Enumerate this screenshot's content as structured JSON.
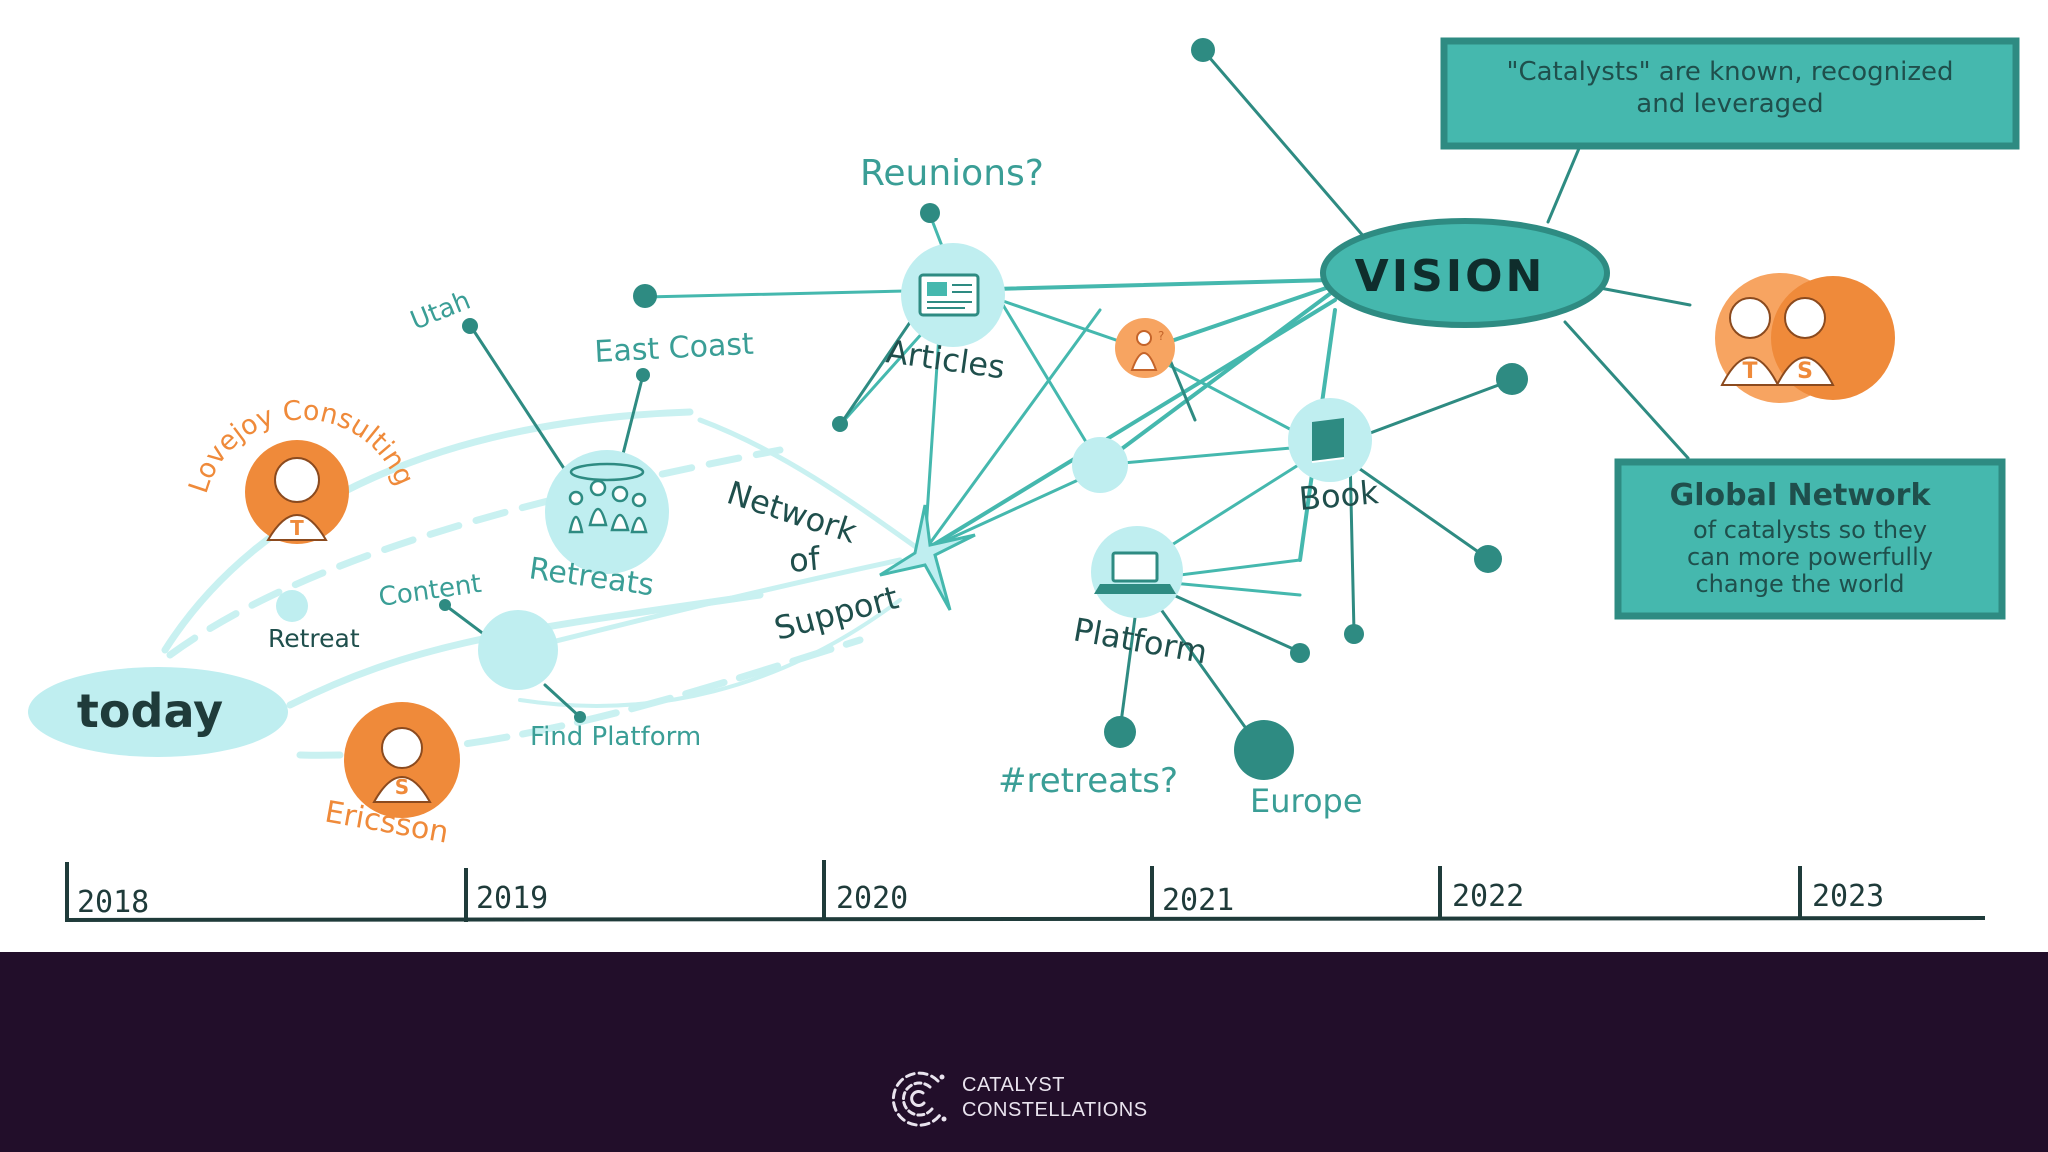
{
  "diagram": {
    "nodes": {
      "today": "today",
      "lovejoy": "Lovejoy Consulting",
      "ericsson": "Ericsson",
      "retreat": "Retreat",
      "content": "Content",
      "find_platform": "Find Platform",
      "utah": "Utah",
      "east_coast": "East Coast",
      "retreats": "Retreats",
      "network_of_support": [
        "Network",
        "of",
        "Support"
      ],
      "reunions": "Reunions?",
      "articles": "Articles",
      "platform": "Platform",
      "book": "Book",
      "retreats_hashtag": "#retreats?",
      "europe": "Europe",
      "vision": "VISION"
    },
    "callouts": {
      "catalysts": [
        "\"Catalysts\" are known, recognized",
        "and leveraged"
      ],
      "global_title": "Global Network",
      "global_body": [
        "of catalysts so they",
        "can more powerfully",
        "change the world"
      ]
    },
    "badges": {
      "lovejoy_letter": "T",
      "ericsson_letter": "S",
      "team_letters": [
        "T",
        "S"
      ]
    },
    "timeline": [
      "2018",
      "2019",
      "2020",
      "2021",
      "2022",
      "2023"
    ],
    "colors": {
      "teal": "#45b8ae",
      "light_teal": "#bfeef0",
      "dark_teal": "#2e8b82",
      "orange": "#ef8a3a",
      "footer_bg": "#220e2a"
    }
  },
  "footer": {
    "brand_line1": "CATALYST",
    "brand_line2": "CONSTELLATIONS"
  }
}
